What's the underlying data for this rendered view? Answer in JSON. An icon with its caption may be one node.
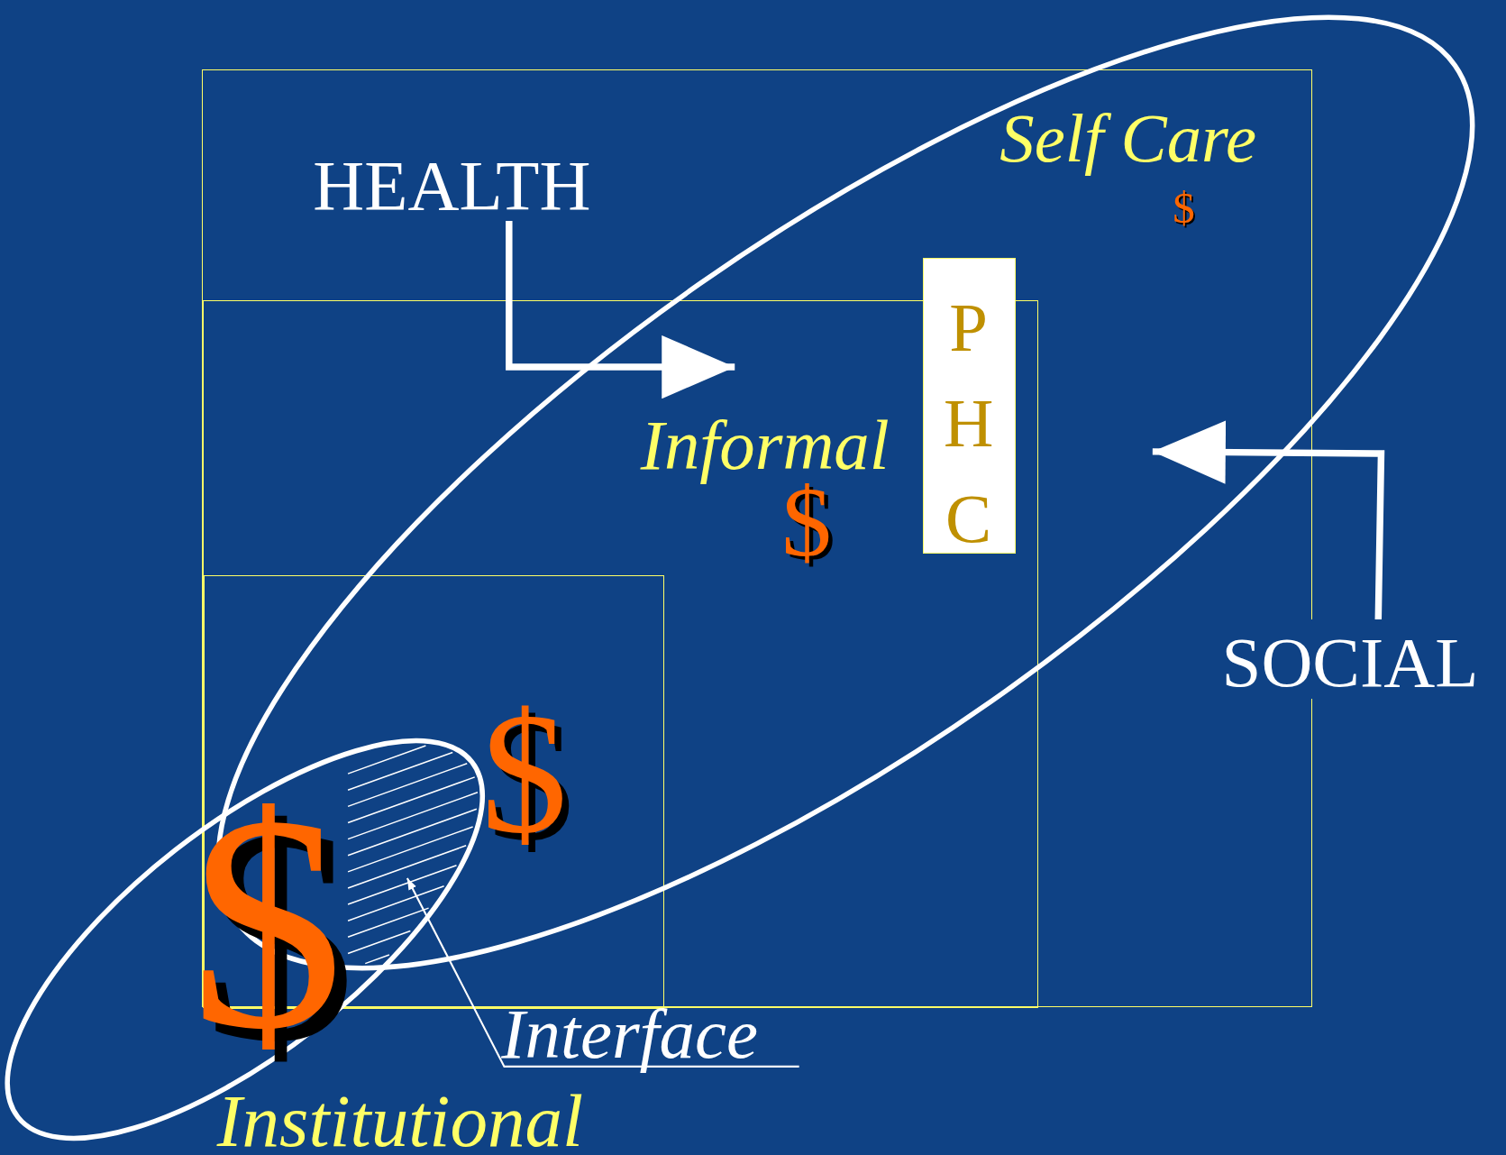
{
  "diagram": {
    "nodes": [
      {
        "text": [
          "Self Care",
          "$"
        ]
      },
      {
        "text": [],
        "shape": "ellipse"
      },
      {
        "text": [
          "HEALTH"
        ],
        "in": 0
      },
      {
        "text": [
          "P H C"
        ],
        "in": 0
      },
      {
        "text": [
          "Informal",
          "$"
        ],
        "in": 0
      },
      {
        "text": [
          "SOCIAL"
        ]
      },
      {
        "text": [
          "$"
        ],
        "in": 4
      },
      {
        "text": [
          "$",
          "Institutional"
        ]
      },
      {
        "text": [],
        "shape": "hatch"
      },
      {
        "text": [
          "Interface"
        ]
      }
    ],
    "edges": [
      {
        "from": 2,
        "to": 1,
        "arrow": "to"
      },
      {
        "from": 5,
        "to": 1,
        "arrow": "to"
      },
      {
        "from": 9,
        "to": 8,
        "arrow": "to"
      }
    ]
  }
}
